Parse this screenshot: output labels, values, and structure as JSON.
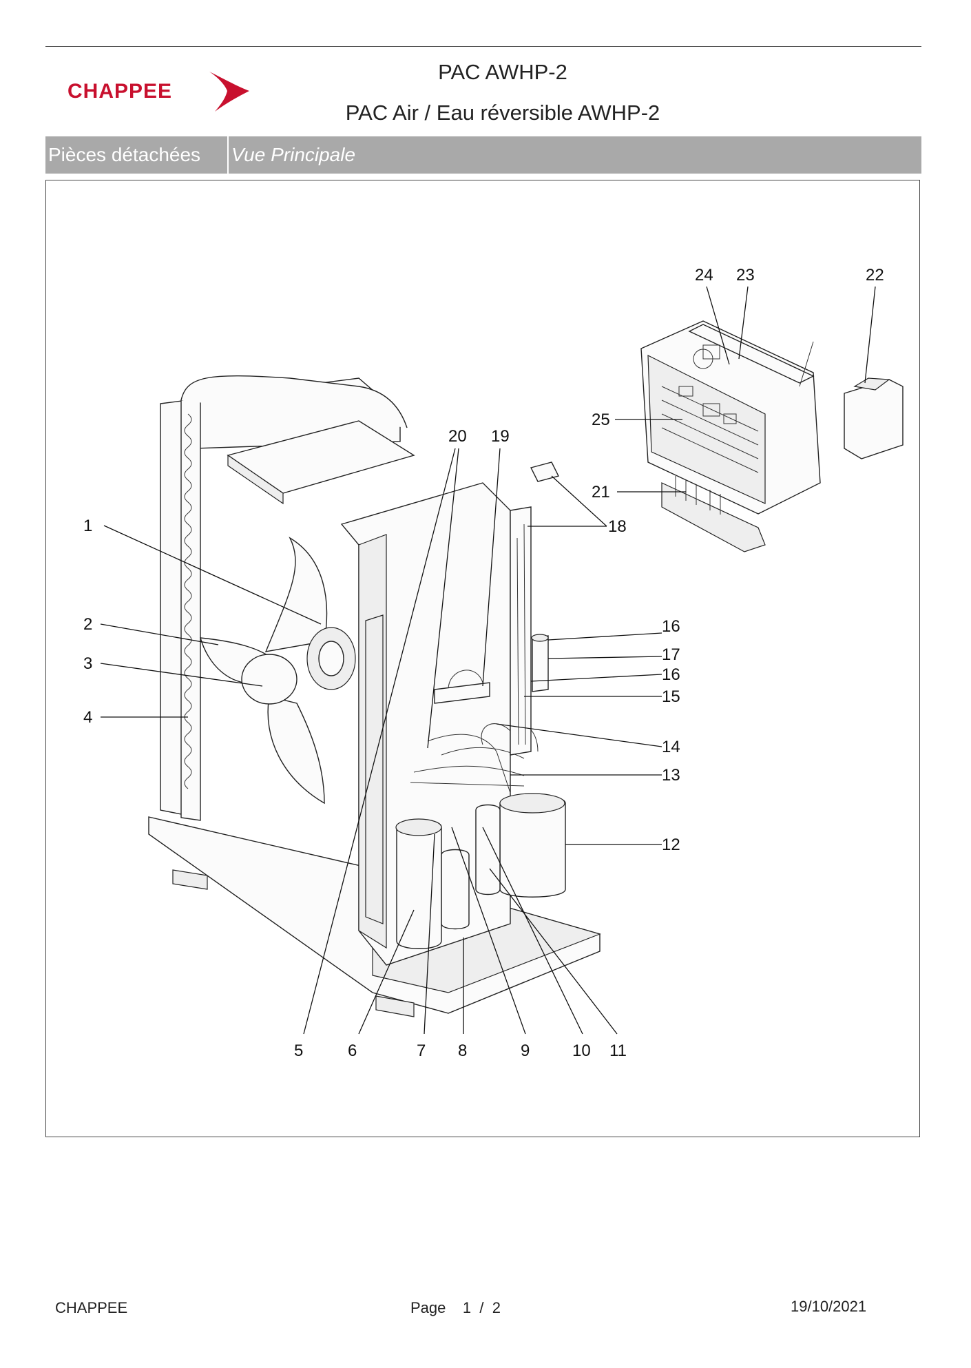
{
  "header": {
    "logo_text": "CHAPPEE",
    "title": "PAC AWHP-2",
    "subtitle": "PAC Air / Eau réversible AWHP-2",
    "section_label": "Pièces détachées",
    "view_label": "Vue Principale"
  },
  "diagram": {
    "callouts": [
      "1",
      "2",
      "3",
      "4",
      "5",
      "6",
      "7",
      "8",
      "9",
      "10",
      "11",
      "12",
      "13",
      "14",
      "15",
      "16",
      "17",
      "16",
      "18",
      "19",
      "20",
      "21",
      "22",
      "23",
      "24",
      "25"
    ]
  },
  "footer": {
    "brand": "CHAPPEE",
    "page_word": "Page",
    "page_current": "1",
    "page_sep": "/",
    "page_total": "2",
    "date": "19/10/2021"
  },
  "colors": {
    "brand_red": "#c8102e",
    "header_bar": "#a9a9a9"
  }
}
